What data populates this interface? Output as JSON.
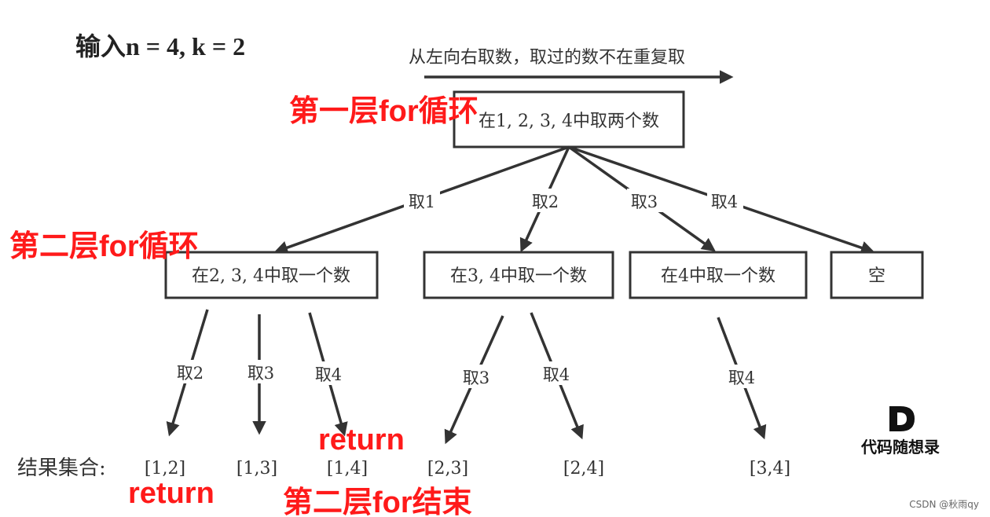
{
  "input_label": "输入n = 4, k = 2",
  "direction_label": "从左向右取数，取过的数不在重复取",
  "root": {
    "label": "在1, 2, 3, 4中取两个数"
  },
  "level1_nodes": [
    {
      "label": "在2, 3, 4中取一个数"
    },
    {
      "label": "在3, 4中取一个数"
    },
    {
      "label": "在4中取一个数"
    },
    {
      "label": "空"
    }
  ],
  "level1_edges": [
    "取1",
    "取2",
    "取3",
    "取4"
  ],
  "level2_edges": [
    "取2",
    "取3",
    "取4",
    "取3",
    "取4",
    "取4"
  ],
  "results_label": "结果集合:",
  "results": [
    "[1,2]",
    "[1,3]",
    "[1,4]",
    "[2,3]",
    "[2,4]",
    "[3,4]"
  ],
  "annotations": {
    "first_loop": "第一层for循环",
    "second_loop": "第二层for循环",
    "return_1": "return",
    "return_2": "return",
    "second_loop_end": "第二层for结束"
  },
  "logo": {
    "text": "代码随想录",
    "mark": "D"
  },
  "watermark": "CSDN @秋雨qy",
  "colors": {
    "annotation": "#ff1a1a",
    "line": "#333333",
    "logo_accent": "#3aa6b9"
  }
}
